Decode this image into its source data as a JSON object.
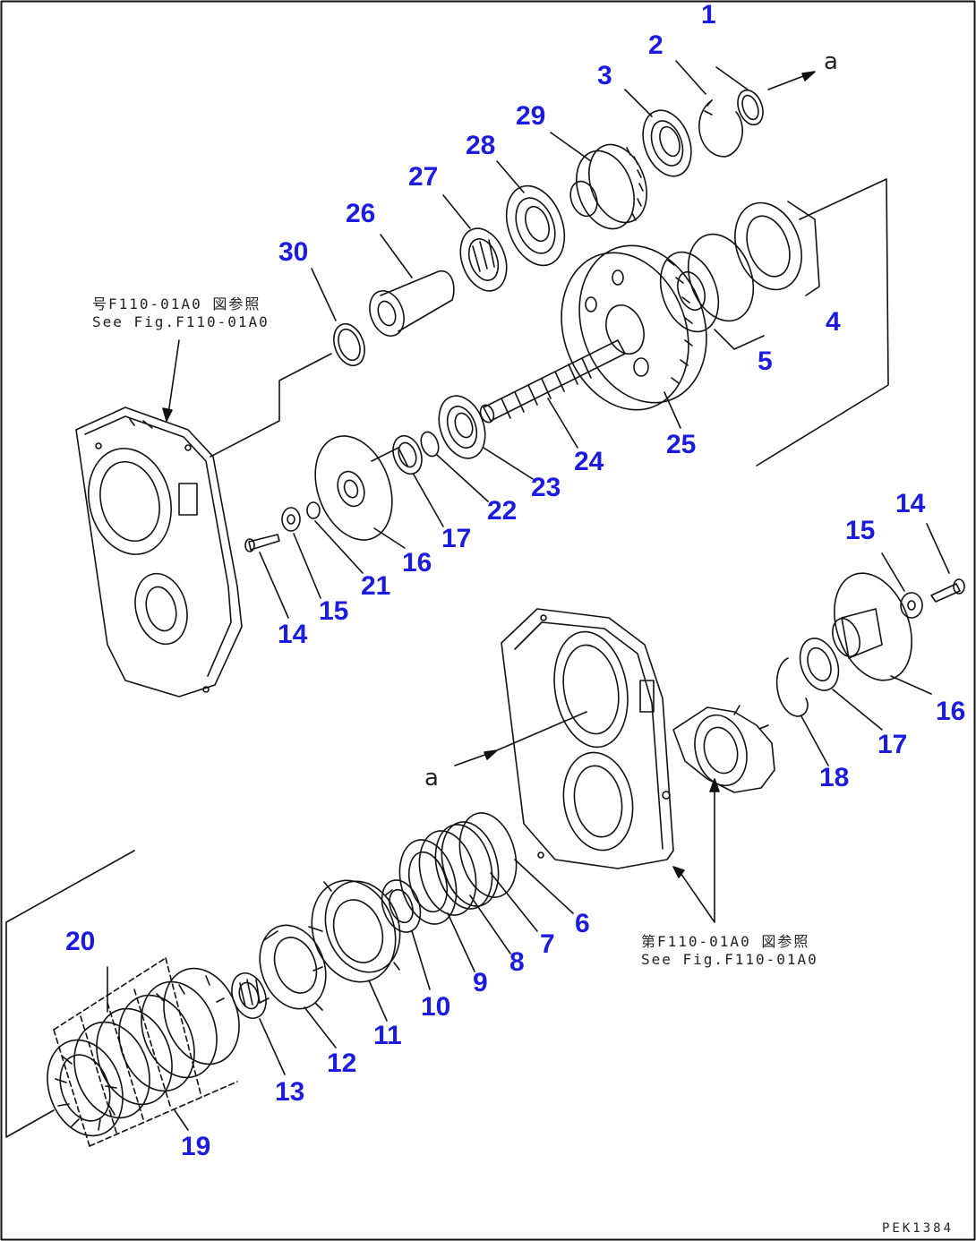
{
  "diagram": {
    "figure_code": "PEK1384",
    "direction_marker": "a",
    "references": {
      "top": {
        "ja": "号F110-01A0 図参照",
        "en": "See Fig.F110-01A0"
      },
      "bottom": {
        "ja": "第F110-01A0 図参照",
        "en": "See Fig.F110-01A0"
      }
    },
    "callouts": {
      "c1": "1",
      "c2": "2",
      "c3": "3",
      "c4": "4",
      "c5": "5",
      "c6": "6",
      "c7": "7",
      "c8": "8",
      "c9": "9",
      "c10": "10",
      "c11": "11",
      "c12": "12",
      "c13": "13",
      "c14a": "14",
      "c14b": "14",
      "c15a": "15",
      "c15b": "15",
      "c16a": "16",
      "c16b": "16",
      "c17a": "17",
      "c17b": "17",
      "c18": "18",
      "c19": "19",
      "c20": "20",
      "c21": "21",
      "c22": "22",
      "c23": "23",
      "c24": "24",
      "c25": "25",
      "c26": "26",
      "c27": "27",
      "c28": "28",
      "c29": "29",
      "c30": "30"
    },
    "colors": {
      "callout": "#1c1ce0",
      "line": "#111111"
    }
  }
}
